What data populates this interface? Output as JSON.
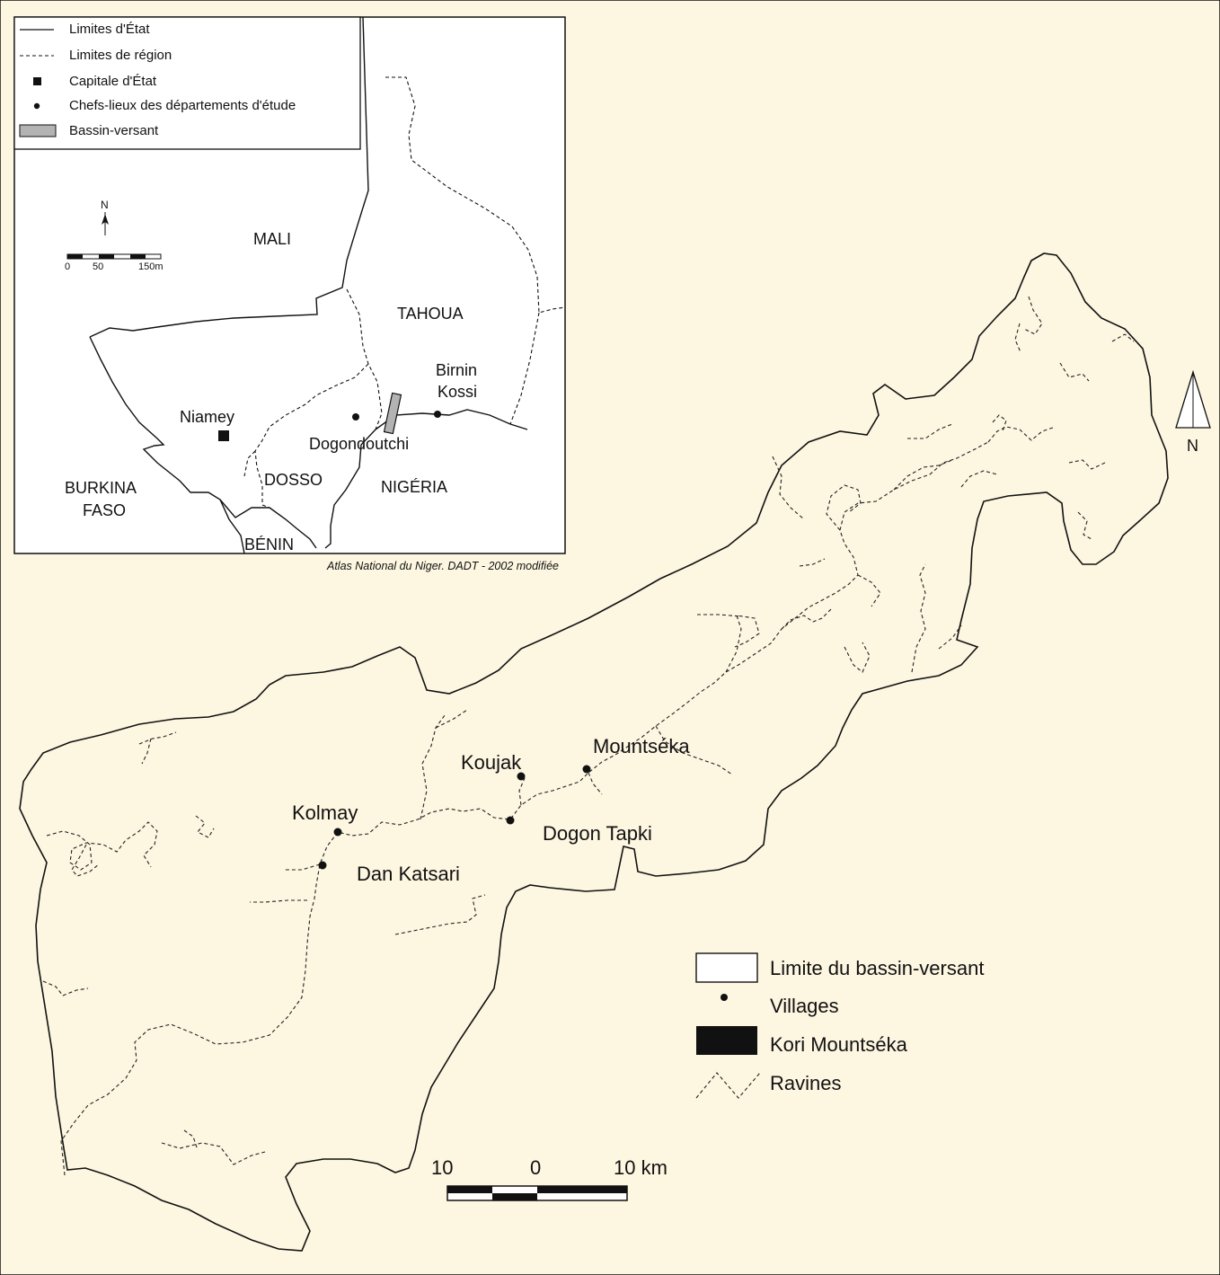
{
  "background_color": "#fdf6e1",
  "inset_map": {
    "legend": {
      "items": [
        {
          "symbol": "solid-line",
          "label": "Limites d'État"
        },
        {
          "symbol": "dashed-line",
          "label": "Limites de région"
        },
        {
          "symbol": "black-square",
          "label": "Capitale d'État"
        },
        {
          "symbol": "black-dot",
          "label": "Chefs-lieux des départements d'étude"
        },
        {
          "symbol": "grey-rectangle",
          "label": "Bassin-versant"
        }
      ]
    },
    "north_label": "N",
    "scale": {
      "labels": [
        "0",
        "50",
        "150m"
      ]
    },
    "country_labels": {
      "mali": "MALI",
      "burkina_line1": "BURKINA",
      "burkina_line2": "FASO",
      "nigeria": "NIGÉRIA",
      "benin": "BÉNIN"
    },
    "region_labels": {
      "tahoua": "TAHOUA",
      "dosso": "DOSSO"
    },
    "place_labels": {
      "niamey": "Niamey",
      "dogondoutchi": "Dogondoutchi",
      "birnin_line1": "Birnin",
      "birnin_line2": "Kossi"
    },
    "source": "Atlas National du Niger. DADT - 2002 modifiée"
  },
  "main_map": {
    "villages": [
      {
        "id": "kolmay",
        "name": "Kolmay"
      },
      {
        "id": "dan-katsari",
        "name": "Dan Katsari"
      },
      {
        "id": "koujak",
        "name": "Koujak"
      },
      {
        "id": "dogon-tapki",
        "name": "Dogon Tapki"
      },
      {
        "id": "mountseka",
        "name": "Mountséka"
      }
    ],
    "north_label": "N",
    "legend": {
      "items": [
        {
          "symbol": "outline-rectangle",
          "label": "Limite du bassin-versant"
        },
        {
          "symbol": "dot",
          "label": "Villages"
        },
        {
          "symbol": "black-rectangle",
          "label": "Kori Mountséka"
        },
        {
          "symbol": "dashed-zigzag",
          "label": "Ravines"
        }
      ]
    },
    "scale": {
      "labels": [
        "10",
        "0",
        "10 km"
      ]
    }
  }
}
